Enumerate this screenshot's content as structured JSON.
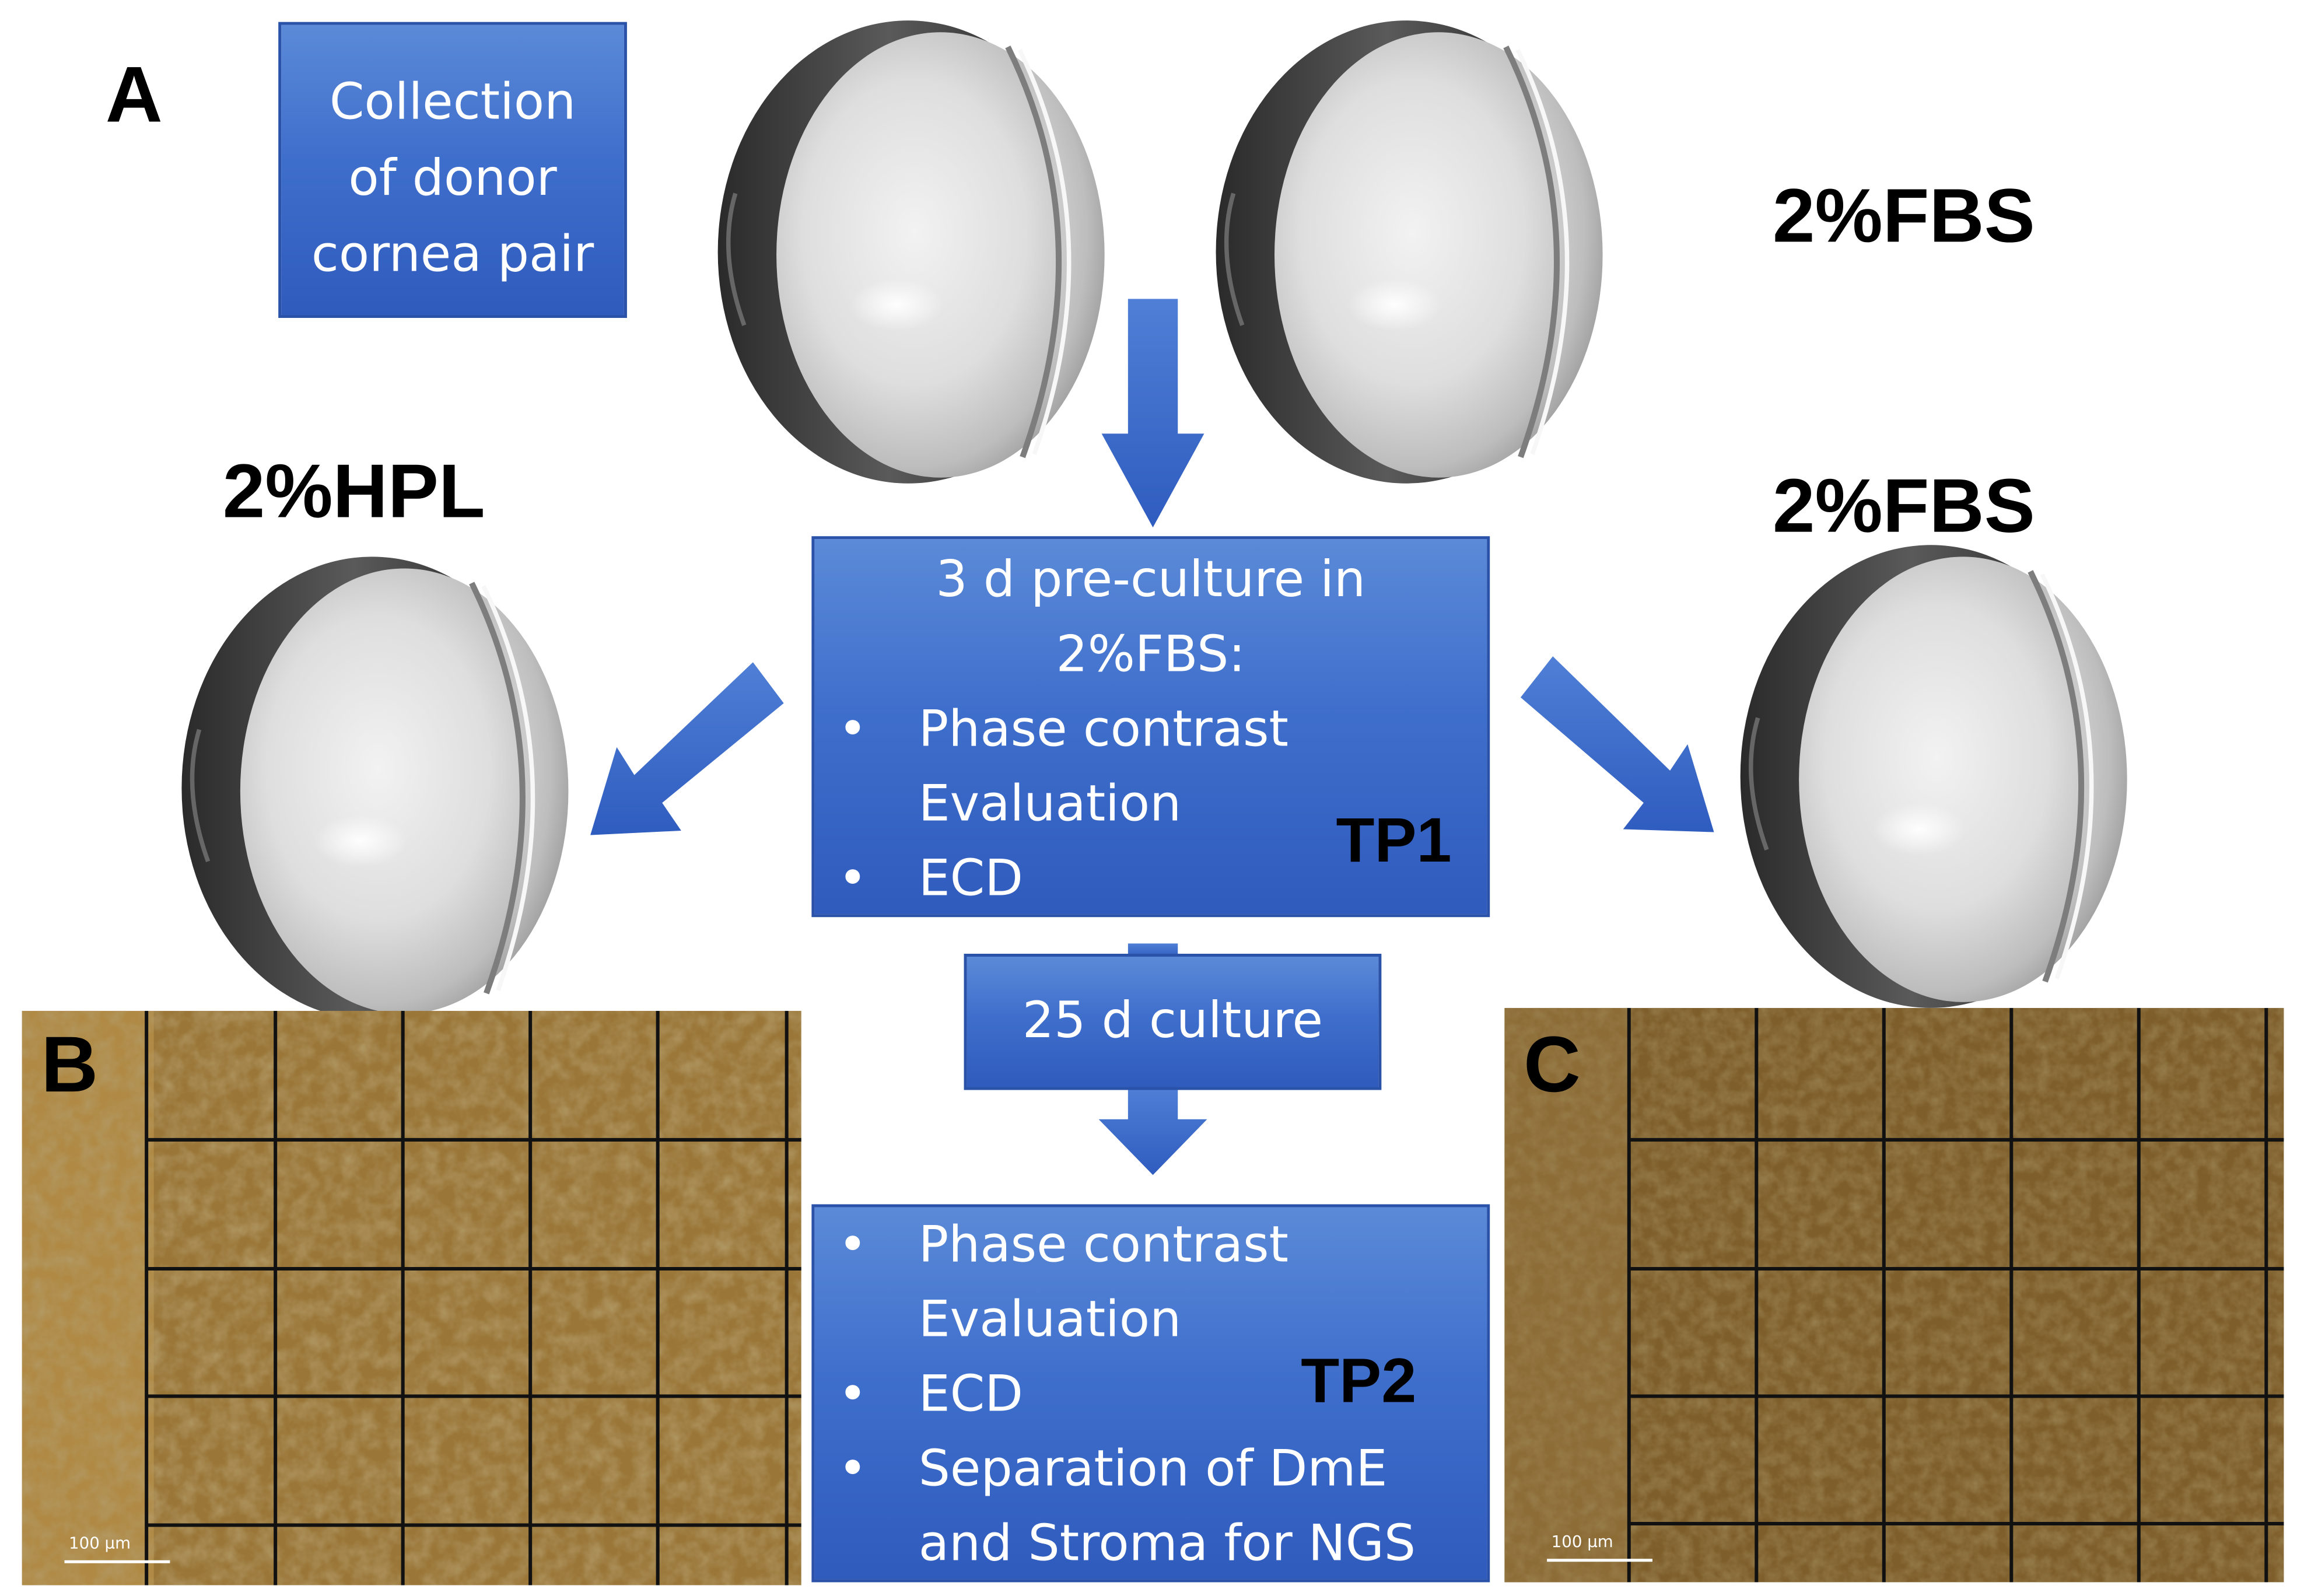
{
  "labels": {
    "panel_a": "A",
    "panel_b": "B",
    "panel_c": "C",
    "fbs_top": "2%FBS",
    "hpl": "2%HPL",
    "fbs_right": "2%FBS",
    "tp1": "TP1",
    "tp2": "TP2",
    "scale_b": "100 µm",
    "scale_c": "100 µm"
  },
  "boxes": {
    "collection": [
      "Collection",
      "of donor",
      "cornea pair"
    ],
    "preculture": {
      "heading": [
        "3 d pre-culture in",
        "2%FBS:"
      ],
      "bullets": [
        [
          "Phase contrast",
          "Evaluation"
        ],
        [
          "ECD"
        ]
      ]
    },
    "culture": "25 d culture",
    "final": {
      "bullets": [
        [
          "Phase contrast",
          "Evaluation"
        ],
        [
          "ECD"
        ],
        [
          "Separation of DmE",
          "and Stroma for NGS"
        ]
      ]
    }
  },
  "colors": {
    "box_fill": "#3f6fcc",
    "arrow_fill": "#3c69c8",
    "micro_base": "#8a6a33"
  },
  "icons": {
    "bullet": "•"
  }
}
